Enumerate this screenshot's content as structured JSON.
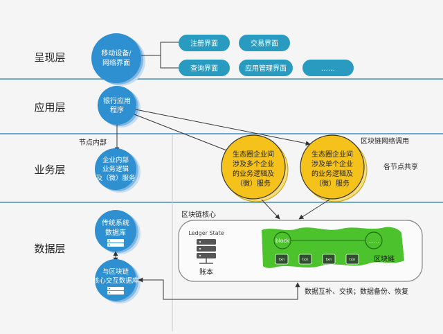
{
  "layers": [
    {
      "label": "呈现层"
    },
    {
      "label": "应用层"
    },
    {
      "label": "业务层"
    },
    {
      "label": "数据层"
    }
  ],
  "presentation": {
    "device": [
      "移动设备/",
      "网络界面"
    ],
    "buttons": [
      "注册界面",
      "交易界面",
      "查询界面",
      "应用管理界面",
      "……"
    ]
  },
  "application": {
    "bank_app": [
      "银行应用",
      "程序"
    ]
  },
  "business": {
    "internal_label": "节点内部",
    "internal_service": [
      "企业内部",
      "业务逻辑",
      "及（微）服务"
    ],
    "network_call_label": "区块链网络调用",
    "shared_label": "各节点共享",
    "eco_multi": [
      "生态圈企业间",
      "涉及多个企业",
      "的业务逻辑及",
      "（微）服务"
    ],
    "eco_single": [
      "生态圈企业间",
      "涉及单个企业",
      "的业务逻辑及",
      "（微）服务"
    ]
  },
  "data": {
    "legacy_db": [
      "传统系统",
      "数据库"
    ],
    "chain_db": [
      "与区块链",
      "核心交互数据库"
    ],
    "core_label": "区块链核心",
    "ledger_state": "Ledger State",
    "ledger": "账本",
    "block": "block",
    "txn": "txn",
    "more": "……",
    "chain": "区块链",
    "exchange_label": "数据互补、交换；数据备份、恢复"
  },
  "colors": {
    "blue_circle": "#2e8fd1",
    "teal_button": "#2a9bc0",
    "yellow_circle": "#f4c21b",
    "green_chain": "#4cc22c",
    "divider": "#3f8fc4"
  }
}
